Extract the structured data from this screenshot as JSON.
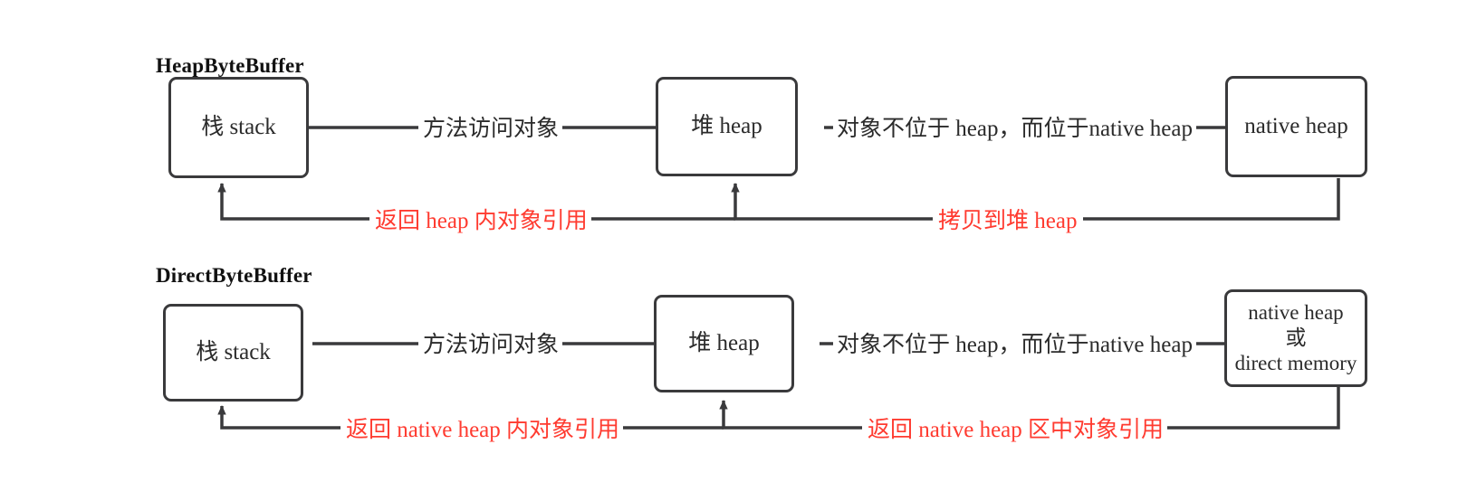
{
  "diagram": {
    "title_row1": "HeapByteBuffer",
    "title_row2": "DirectByteBuffer",
    "colors": {
      "stroke": "#3a3a3c",
      "text": "#2b2b2b",
      "highlight": "#ff3b30",
      "background": "#ffffff"
    },
    "rows": [
      {
        "id": "heap-byte-buffer",
        "title": "HeapByteBuffer",
        "nodes": [
          {
            "id": "stack",
            "label": "栈 stack"
          },
          {
            "id": "heap",
            "label": "堆 heap"
          },
          {
            "id": "native-heap",
            "label": "native heap"
          }
        ],
        "edges": [
          {
            "id": "stack-to-heap",
            "label": "方法访问对象",
            "color": "dark"
          },
          {
            "id": "heap-to-native",
            "label": "对象不位于 heap，而位于native heap",
            "color": "dark"
          },
          {
            "id": "heap-to-stack-return",
            "label": "返回 heap 内对象引用",
            "color": "red"
          },
          {
            "id": "native-to-heap-copy",
            "label": "拷贝到堆 heap",
            "color": "red"
          }
        ]
      },
      {
        "id": "direct-byte-buffer",
        "title": "DirectByteBuffer",
        "nodes": [
          {
            "id": "stack",
            "label": "栈 stack"
          },
          {
            "id": "heap",
            "label": "堆 heap"
          },
          {
            "id": "native-heap",
            "label": "native heap\n或\ndirect memory"
          }
        ],
        "edges": [
          {
            "id": "stack-to-heap",
            "label": "方法访问对象",
            "color": "dark"
          },
          {
            "id": "heap-to-native",
            "label": "对象不位于 heap，而位于native heap",
            "color": "dark"
          },
          {
            "id": "heap-to-stack-return",
            "label": "返回 native heap 内对象引用",
            "color": "red"
          },
          {
            "id": "native-to-heap-return",
            "label": "返回 native heap 区中对象引用",
            "color": "red"
          }
        ]
      }
    ]
  }
}
